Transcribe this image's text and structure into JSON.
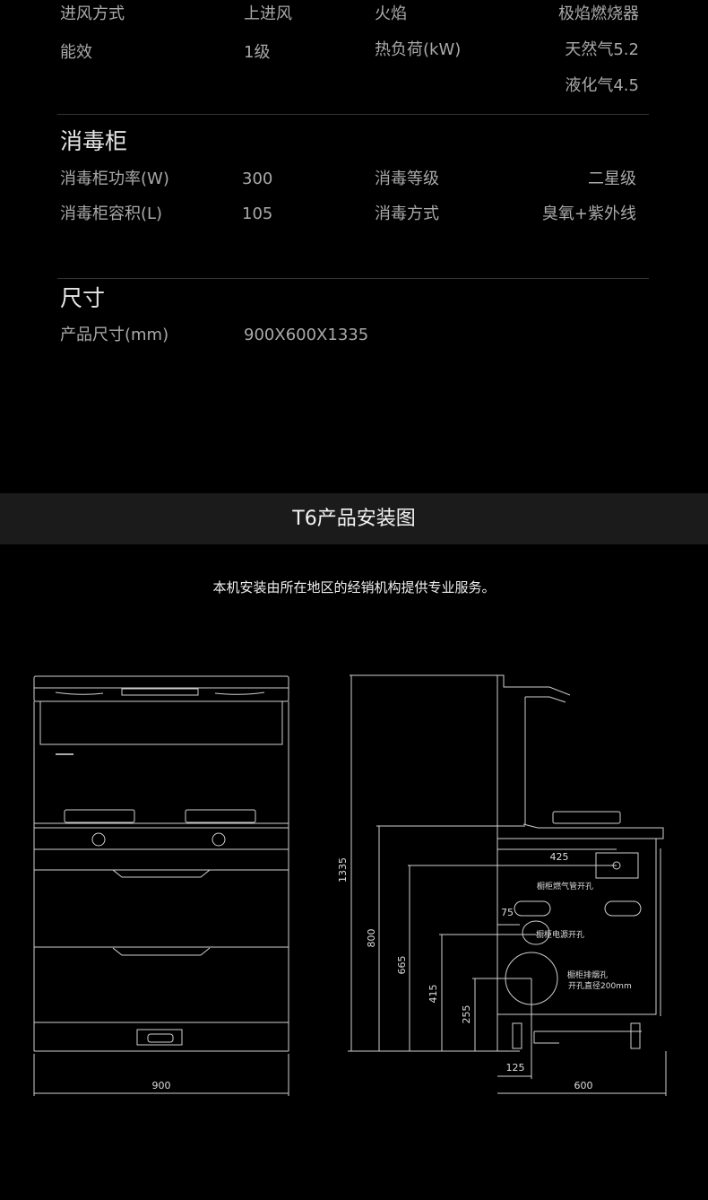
{
  "stove": {
    "rows": [
      {
        "label": "进风方式",
        "value": "上进风",
        "label2": "火焰",
        "value2": "极焰燃烧器"
      },
      {
        "label": "能效",
        "value": "1级",
        "label2": "热负荷(kW)",
        "value2": "天然气5.2",
        "value3": "液化气4.5"
      }
    ]
  },
  "sterilizer": {
    "title": "消毒柜",
    "rows": [
      {
        "label": "消毒柜功率(W)",
        "value": "300",
        "label2": "消毒等级",
        "value2": "二星级"
      },
      {
        "label": "消毒柜容积(L)",
        "value": "105",
        "label2": "消毒方式",
        "value2": "臭氧+紫外线"
      }
    ]
  },
  "size": {
    "title": "尺寸",
    "rows": [
      {
        "label": "产品尺寸(mm)",
        "value": "900X600X1335"
      }
    ]
  },
  "install": {
    "title": "T6产品安装图",
    "subtitle": "本机安装由所在地区的经销机构提供专业服务。",
    "front_width": "900",
    "side": {
      "height_total": "1335",
      "h800": "800",
      "h665": "665",
      "h415": "415",
      "h255": "255",
      "w425": "425",
      "w75": "75",
      "w125": "125",
      "depth": "600",
      "gas_hole": "橱柜燃气管开孔",
      "power_hole": "橱柜电源开孔",
      "smoke_hole": "橱柜排烟孔",
      "smoke_hole_dia": "开孔直径200mm"
    }
  }
}
